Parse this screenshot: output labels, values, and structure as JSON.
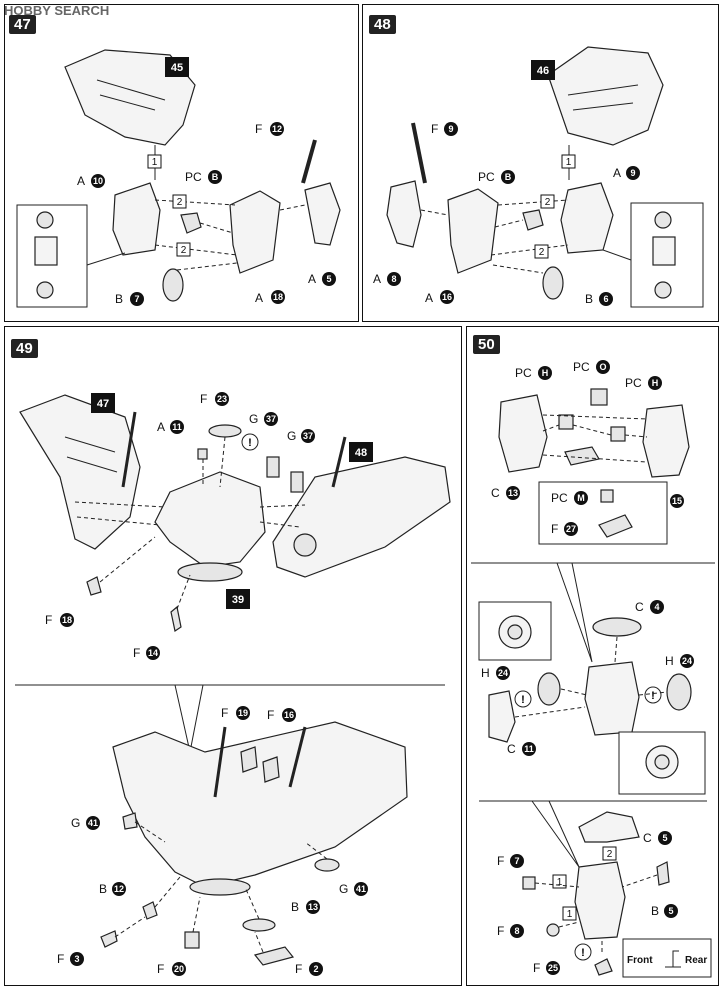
{
  "watermark": "HOBBY SEARCH",
  "steps": [
    "47",
    "48",
    "49",
    "50"
  ],
  "p47": {
    "sq45": "45",
    "f12": {
      "l": "F",
      "n": "12"
    },
    "pcb": {
      "l": "PC",
      "n": "B"
    },
    "a10": {
      "l": "A",
      "n": "10"
    },
    "a5": {
      "l": "A",
      "n": "5"
    },
    "a18": {
      "l": "A",
      "n": "18"
    },
    "b7": {
      "l": "B",
      "n": "7"
    },
    "box1": "1",
    "box2a": "2",
    "box2b": "2"
  },
  "p48": {
    "sq46": "46",
    "f9": {
      "l": "F",
      "n": "9"
    },
    "pcb": {
      "l": "PC",
      "n": "B"
    },
    "a9": {
      "l": "A",
      "n": "9"
    },
    "a8": {
      "l": "A",
      "n": "8"
    },
    "a16": {
      "l": "A",
      "n": "16"
    },
    "b6": {
      "l": "B",
      "n": "6"
    },
    "box1": "1",
    "box2a": "2",
    "box2b": "2"
  },
  "p49": {
    "sq47": "47",
    "sq48": "48",
    "sq39": "39",
    "f23": {
      "l": "F",
      "n": "23"
    },
    "a11": {
      "l": "A",
      "n": "11"
    },
    "g37a": {
      "l": "G",
      "n": "37"
    },
    "g37b": {
      "l": "G",
      "n": "37"
    },
    "f18": {
      "l": "F",
      "n": "18"
    },
    "f14": {
      "l": "F",
      "n": "14"
    },
    "f19": {
      "l": "F",
      "n": "19"
    },
    "f16": {
      "l": "F",
      "n": "16"
    },
    "g41a": {
      "l": "G",
      "n": "41"
    },
    "g41b": {
      "l": "G",
      "n": "41"
    },
    "b12": {
      "l": "B",
      "n": "12"
    },
    "b13": {
      "l": "B",
      "n": "13"
    },
    "f3": {
      "l": "F",
      "n": "3"
    },
    "f20": {
      "l": "F",
      "n": "20"
    },
    "f2": {
      "l": "F",
      "n": "2"
    },
    "warn": "!"
  },
  "p50": {
    "pch1": {
      "l": "PC",
      "n": "H"
    },
    "pco": {
      "l": "PC",
      "n": "O"
    },
    "pch2": {
      "l": "PC",
      "n": "H"
    },
    "c13": {
      "l": "C",
      "n": "13"
    },
    "c15": {
      "l": "C",
      "n": "15"
    },
    "pcm": {
      "l": "PC",
      "n": "M"
    },
    "f27": {
      "l": "F",
      "n": "27"
    },
    "c4": {
      "l": "C",
      "n": "4"
    },
    "h24a": {
      "l": "H",
      "n": "24"
    },
    "h24b": {
      "l": "H",
      "n": "24"
    },
    "c11": {
      "l": "C",
      "n": "11"
    },
    "c5": {
      "l": "C",
      "n": "5"
    },
    "f7": {
      "l": "F",
      "n": "7"
    },
    "f8": {
      "l": "F",
      "n": "8"
    },
    "f25": {
      "l": "F",
      "n": "25"
    },
    "b5": {
      "l": "B",
      "n": "5"
    },
    "box1a": "1",
    "box1b": "1",
    "box2": "2",
    "front": "Front",
    "rear": "Rear",
    "warn": "!"
  }
}
